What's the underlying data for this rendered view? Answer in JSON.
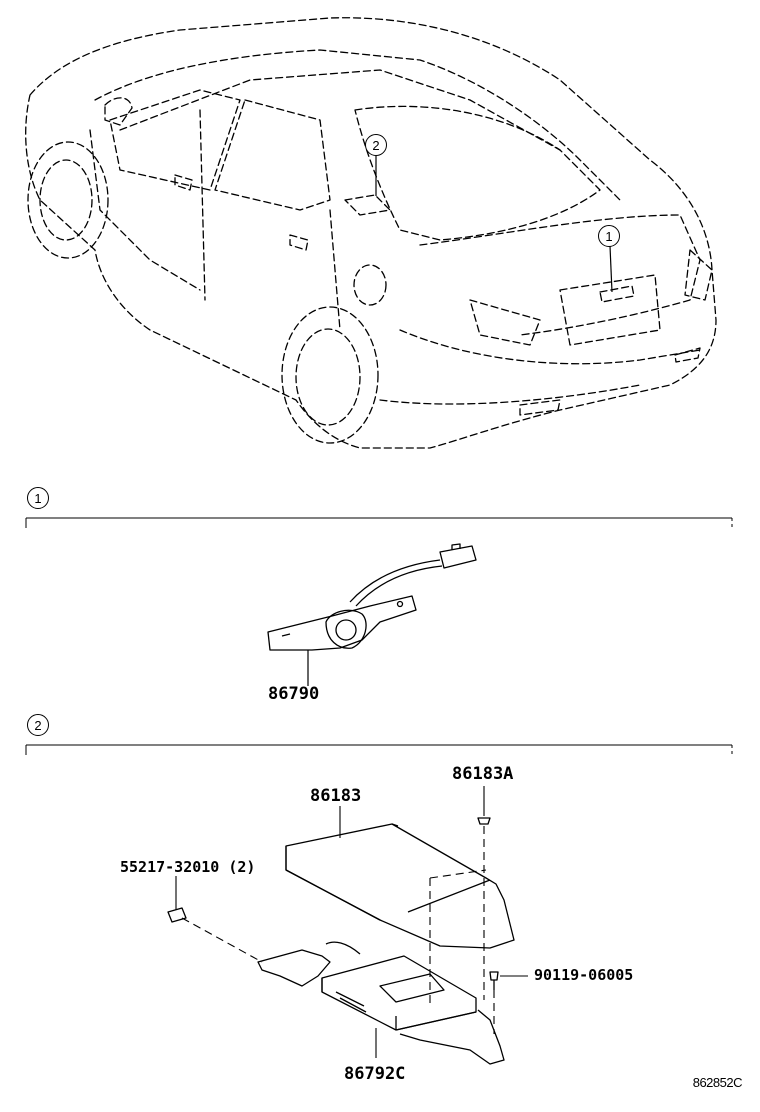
{
  "callouts": {
    "marker_1": "1",
    "marker_2": "2"
  },
  "section_1": {
    "marker": "1",
    "parts": [
      {
        "part_no": "86790"
      }
    ]
  },
  "section_2": {
    "marker": "2",
    "parts": [
      {
        "part_no": "86183"
      },
      {
        "part_no": "86183A"
      },
      {
        "part_no": "55217-32010 (2)"
      },
      {
        "part_no": "90119-06005"
      },
      {
        "part_no": "86792C"
      }
    ]
  },
  "illustration_code": "862852C"
}
